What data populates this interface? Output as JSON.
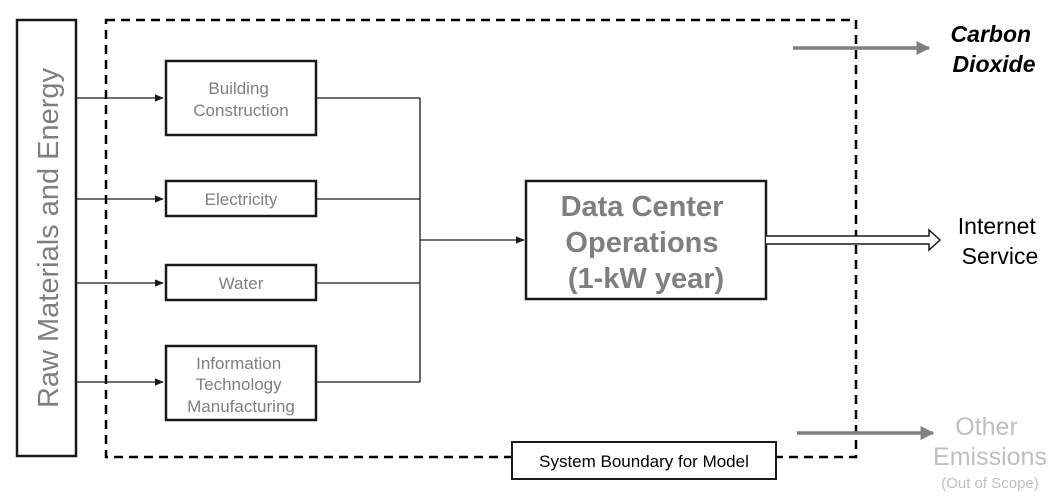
{
  "raw_materials": {
    "label": "Raw Materials and Energy"
  },
  "inputs": [
    {
      "lines": [
        "Building",
        "Construction"
      ]
    },
    {
      "lines": [
        "Electricity"
      ]
    },
    {
      "lines": [
        "Water"
      ]
    },
    {
      "lines": [
        "Information",
        "Technology",
        "Manufacturing"
      ]
    }
  ],
  "operations": {
    "lines": [
      "Data Center",
      "Operations",
      "(1-kW year)"
    ]
  },
  "boundary": {
    "label": "System Boundary for Model"
  },
  "outputs": {
    "carbon_dioxide": {
      "lines": [
        "Carbon",
        "Dioxide"
      ]
    },
    "internet_service": {
      "lines": [
        "Internet",
        "Service"
      ]
    },
    "other_emissions": {
      "lines": [
        "Other",
        "Emissions"
      ],
      "note": "(Out of Scope)"
    }
  },
  "colors": {
    "box_stroke": "#1a1a1a",
    "box_text": "#7f7f7f",
    "gray_arrow": "#808080",
    "faded_text": "#bfbfbf"
  }
}
